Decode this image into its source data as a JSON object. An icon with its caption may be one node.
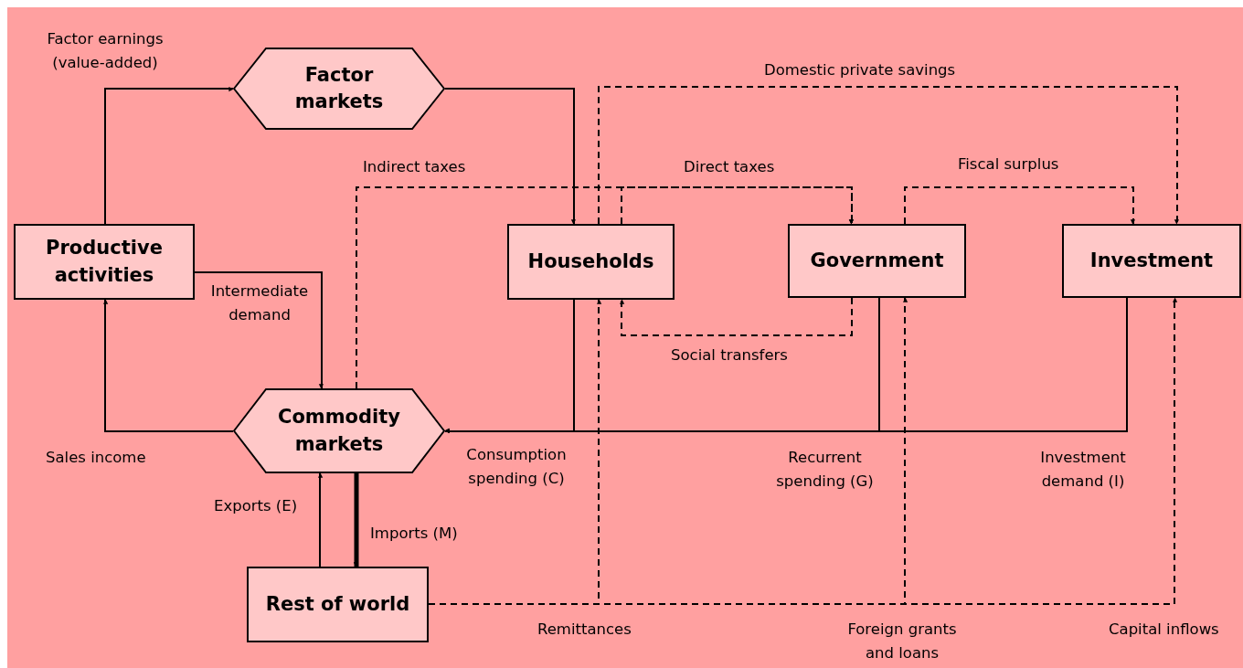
{
  "diagram": {
    "nodes": [
      {
        "text": [
          "Factor markets"
        ]
      },
      {
        "text": [
          "Productive activities"
        ]
      },
      {
        "text": [
          "Households"
        ]
      },
      {
        "text": [
          "Government"
        ]
      },
      {
        "text": [
          "Investment"
        ]
      },
      {
        "text": [
          "Commodity markets"
        ]
      },
      {
        "text": [
          "Rest of world"
        ]
      }
    ],
    "edges": [
      {
        "from": 1,
        "to": 0,
        "arrow": "to",
        "label": "Factor earnings (value-added)"
      },
      {
        "from": 0,
        "to": 2,
        "arrow": "to"
      },
      {
        "from": 1,
        "to": 5,
        "arrow": "to",
        "label": "Intermediate demand"
      },
      {
        "from": 5,
        "to": 1,
        "arrow": "to",
        "label": "Sales income"
      },
      {
        "from": 2,
        "to": 5,
        "arrow": "to",
        "label": "Consumption spending (C)"
      },
      {
        "from": 3,
        "to": 5,
        "arrow": "to",
        "label": "Recurrent spending (G)"
      },
      {
        "from": 4,
        "to": 5,
        "arrow": "to",
        "label": "Investment demand (I)"
      },
      {
        "from": 6,
        "to": 5,
        "arrow": "to",
        "label": "Exports (E)"
      },
      {
        "from": 5,
        "to": 6,
        "arrow": "to",
        "label": "Imports (M)",
        "style": "thick"
      },
      {
        "from": 5,
        "to": 3,
        "arrow": "to",
        "label": "Indirect taxes",
        "style": "dashed"
      },
      {
        "from": 2,
        "to": 3,
        "arrow": "to",
        "label": "Direct taxes",
        "style": "dashed"
      },
      {
        "from": 2,
        "to": 4,
        "arrow": "to",
        "label": "Domestic private savings",
        "style": "dashed"
      },
      {
        "from": 3,
        "to": 4,
        "arrow": "to",
        "label": "Fiscal surplus",
        "style": "dashed"
      },
      {
        "from": 3,
        "to": 2,
        "arrow": "to",
        "label": "Social transfers",
        "style": "dashed"
      },
      {
        "from": 6,
        "to": 2,
        "arrow": "to",
        "label": "Remittances",
        "style": "dashed"
      },
      {
        "from": 6,
        "to": 3,
        "arrow": "to",
        "label": "Foreign grants and loans",
        "style": "dashed"
      },
      {
        "from": 6,
        "to": 4,
        "arrow": "to",
        "label": "Capital inflows",
        "style": "dashed"
      }
    ]
  }
}
